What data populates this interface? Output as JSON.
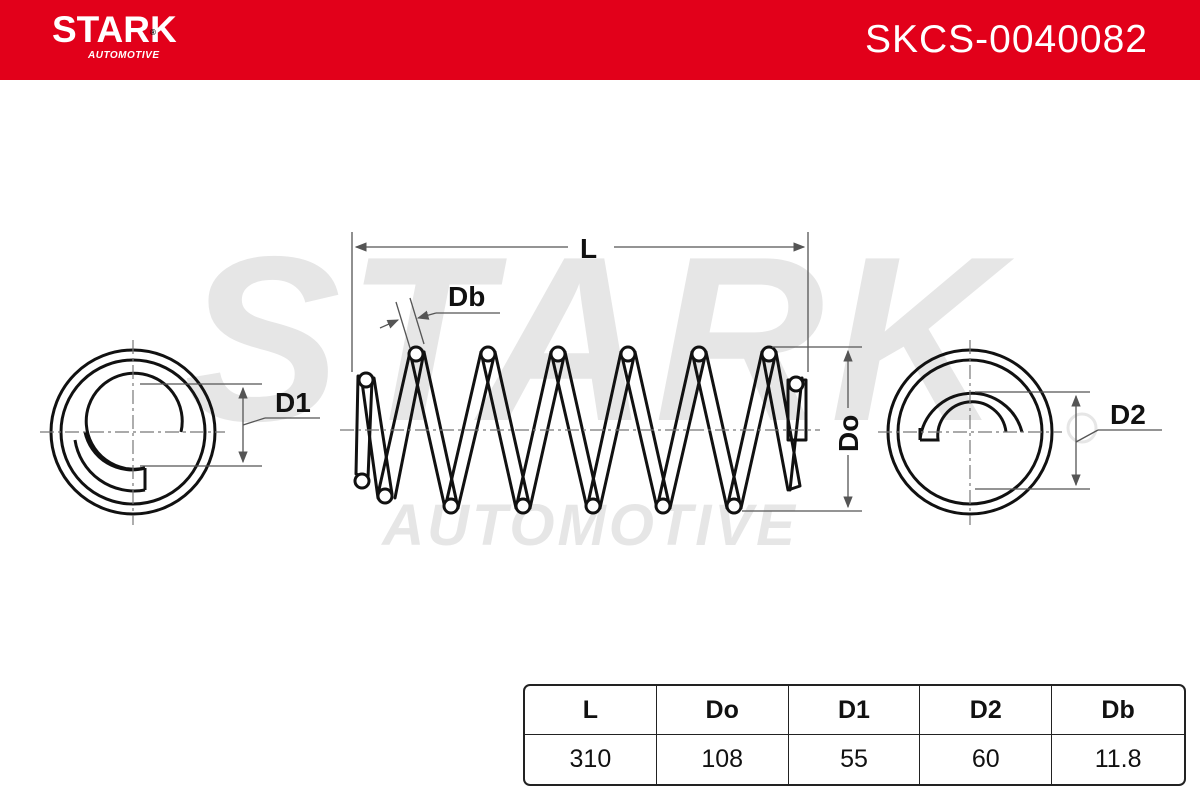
{
  "header": {
    "brand": "STARK",
    "brand_sub": "AUTOMOTIVE",
    "part_number": "SKCS-0040082",
    "brand_color": "#e2001a"
  },
  "watermark": {
    "main": "STARK",
    "sub": "AUTOMOTIVE"
  },
  "drawing": {
    "labels": {
      "length": "L",
      "wire_diameter": "Db",
      "outer_diameter": "Do",
      "inner_diameter_1": "D1",
      "inner_diameter_2": "D2"
    }
  },
  "table": {
    "headers": [
      "L",
      "Do",
      "D1",
      "D2",
      "Db"
    ],
    "values": [
      "310",
      "108",
      "55",
      "60",
      "11.8"
    ]
  }
}
